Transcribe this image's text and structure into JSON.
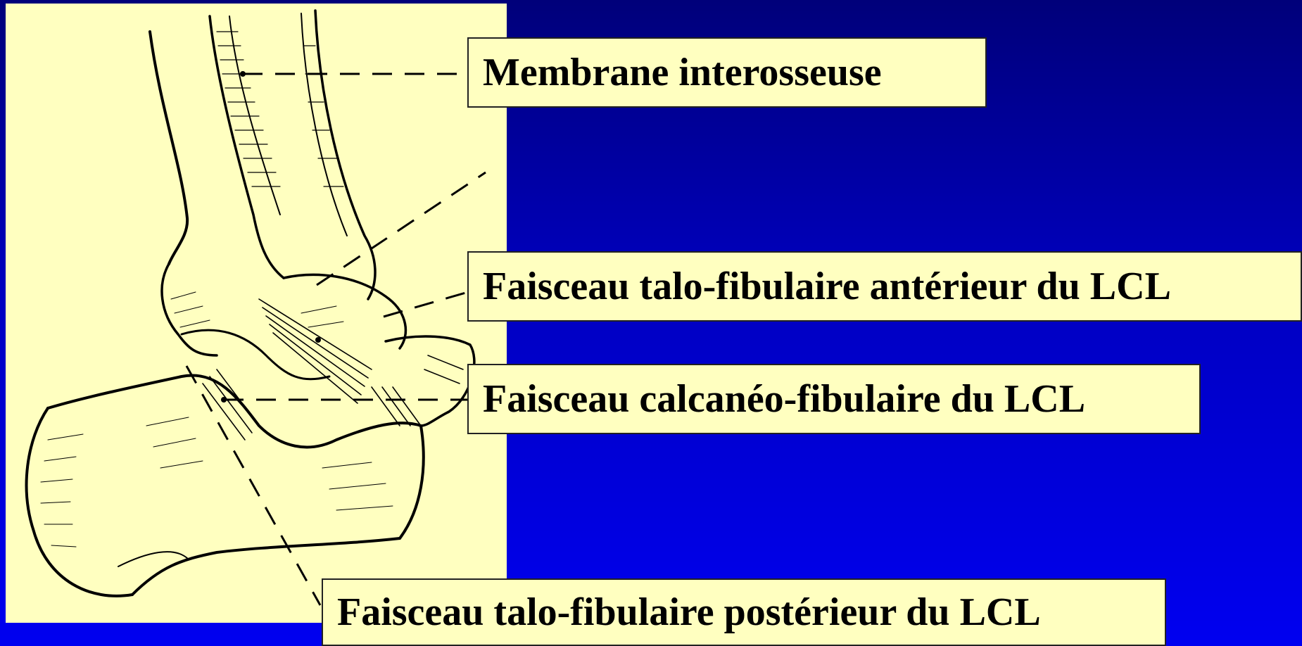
{
  "labels": {
    "interosseous": "Membrane interosseuse",
    "anterior": "Faisceau talo-fibulaire antérieur du LCL",
    "calcaneo": "Faisceau calcanéo-fibulaire du LCL",
    "posterior": "Faisceau talo-fibulaire postérieur du LCL"
  },
  "colors": {
    "background_top": "#00007a",
    "background_bottom": "#0000f0",
    "panel": "#ffffc0",
    "text": "#000000"
  }
}
